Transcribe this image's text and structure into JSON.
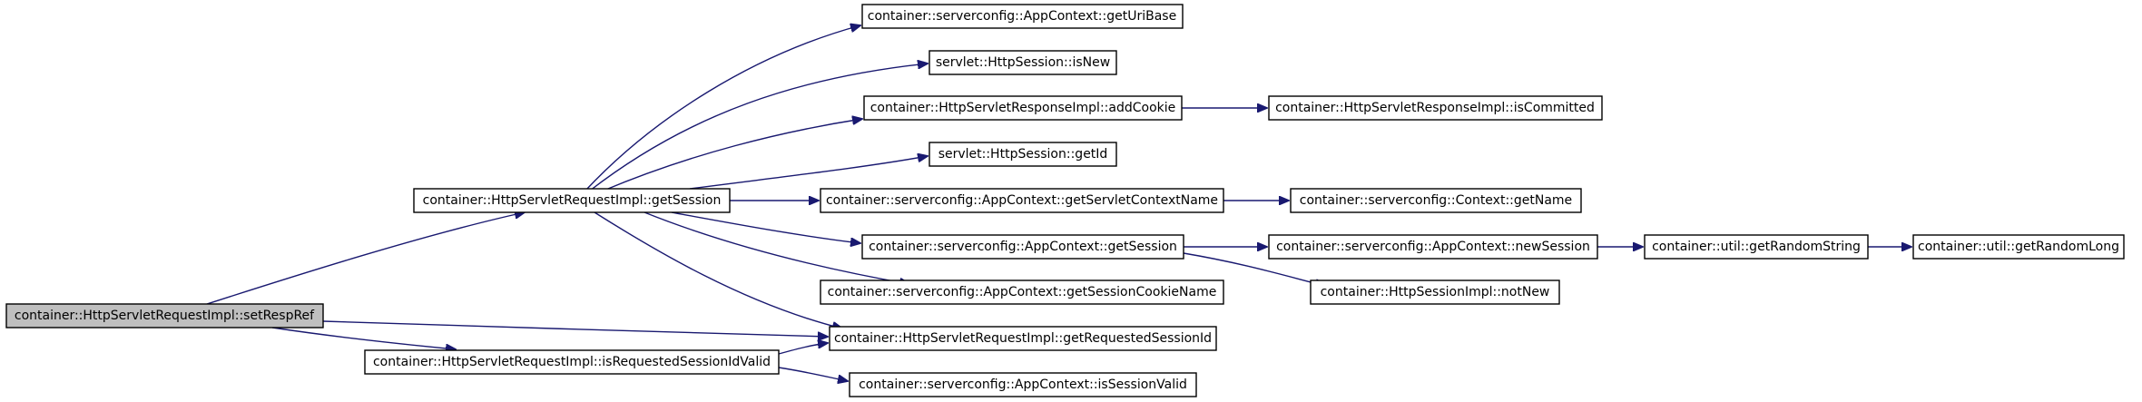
{
  "colors": {
    "edge": "#191970",
    "root_fill": "#bfbfbf",
    "node_fill": "#ffffff",
    "node_border": "#000000"
  },
  "nodes": {
    "root": "container::HttpServletRequestImpl::setRespRef",
    "getSession": "container::HttpServletRequestImpl::getSession",
    "isRequestedSessionIdValid": "container::HttpServletRequestImpl::isRequestedSessionIdValid",
    "getUriBase": "container::serverconfig::AppContext::getUriBase",
    "isNew": "servlet::HttpSession::isNew",
    "addCookie": "container::HttpServletResponseImpl::addCookie",
    "getId": "servlet::HttpSession::getId",
    "getServletContextName": "container::serverconfig::AppContext::getServletContextName",
    "appGetSession": "container::serverconfig::AppContext::getSession",
    "getSessionCookieName": "container::serverconfig::AppContext::getSessionCookieName",
    "getRequestedSessionId": "container::HttpServletRequestImpl::getRequestedSessionId",
    "isSessionValid": "container::serverconfig::AppContext::isSessionValid",
    "isCommitted": "container::HttpServletResponseImpl::isCommitted",
    "getName": "container::serverconfig::Context::getName",
    "newSession": "container::serverconfig::AppContext::newSession",
    "notNew": "container::HttpSessionImpl::notNew",
    "getRandomString": "container::util::getRandomString",
    "getRandomLong": "container::util::getRandomLong"
  }
}
